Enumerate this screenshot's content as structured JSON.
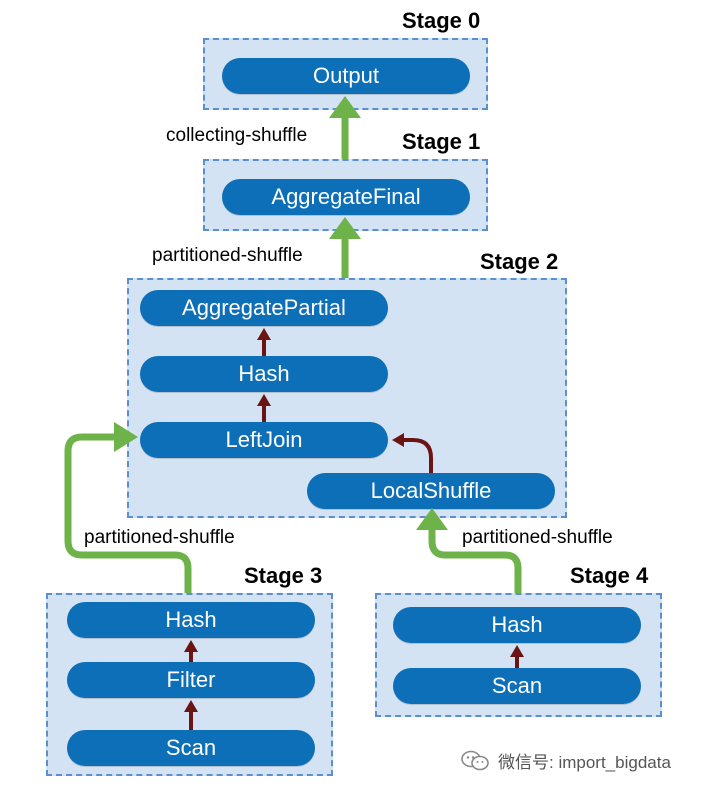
{
  "stages": {
    "stage0": {
      "title": "Stage 0",
      "ops": [
        "Output"
      ]
    },
    "stage1": {
      "title": "Stage 1",
      "ops": [
        "AggregateFinal"
      ]
    },
    "stage2": {
      "title": "Stage 2",
      "ops": [
        "AggregatePartial",
        "Hash",
        "LeftJoin",
        "LocalShuffle"
      ]
    },
    "stage3": {
      "title": "Stage 3",
      "ops": [
        "Hash",
        "Filter",
        "Scan"
      ]
    },
    "stage4": {
      "title": "Stage 4",
      "ops": [
        "Hash",
        "Scan"
      ]
    }
  },
  "edges": {
    "collecting": "collecting-shuffle",
    "partitioned_1_2": "partitioned-shuffle",
    "partitioned_3_2": "partitioned-shuffle",
    "partitioned_4_2": "partitioned-shuffle"
  },
  "watermark": {
    "text": "微信号: import_bigdata"
  },
  "colors": {
    "stage_bg": "#d3e3f3",
    "stage_border": "#5b8fd0",
    "operator": "#0d6fb8",
    "shuffle_arrow": "#6db34a",
    "local_arrow": "#6b1414"
  }
}
